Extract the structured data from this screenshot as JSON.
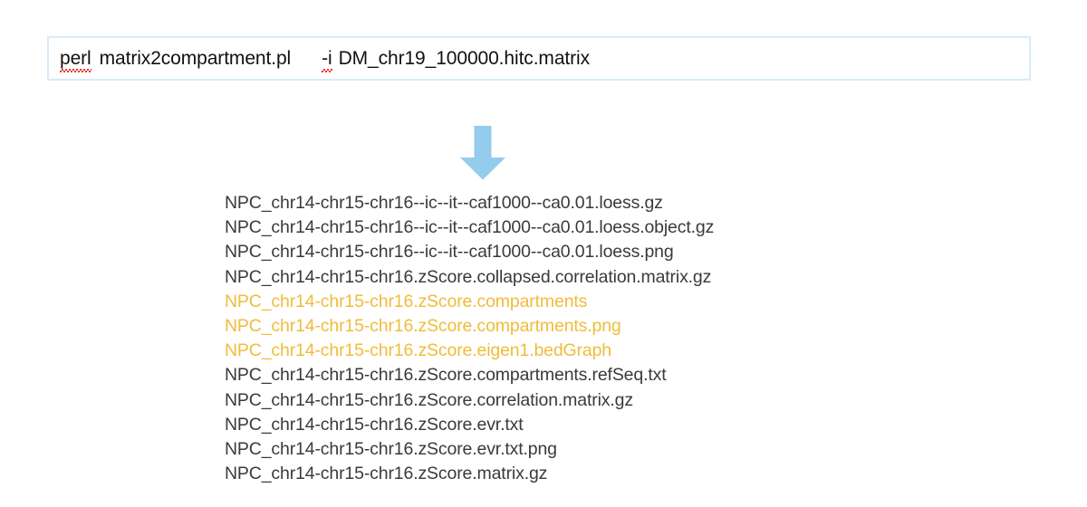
{
  "command_box": {
    "name": "command-line-box",
    "border_color": "#d6ecfa",
    "tokens": {
      "interpreter": "perl",
      "script": "matrix2compartment.pl",
      "flag": "-i",
      "input_file": "DM_chr19_100000.hitc.matrix"
    },
    "full_text": "perl  matrix2compartment.pl    -i DM_chr19_100000.hitc.matrix",
    "spellcheck_underlined": [
      "perl",
      "-i"
    ]
  },
  "arrow": {
    "icon": "arrow-down-icon",
    "color": "#93ccec",
    "direction": "down"
  },
  "output": {
    "prefix": "NPC_chr14-chr15-chr16",
    "highlight_color": "#f0bc3a",
    "text_color": "#3a3a3a",
    "files": [
      {
        "name": "NPC_chr14-chr15-chr16--ic--it--caf1000--ca0.01.loess.gz",
        "highlighted": false
      },
      {
        "name": "NPC_chr14-chr15-chr16--ic--it--caf1000--ca0.01.loess.object.gz",
        "highlighted": false
      },
      {
        "name": "NPC_chr14-chr15-chr16--ic--it--caf1000--ca0.01.loess.png",
        "highlighted": false
      },
      {
        "name": "NPC_chr14-chr15-chr16.zScore.collapsed.correlation.matrix.gz",
        "highlighted": false
      },
      {
        "name": "NPC_chr14-chr15-chr16.zScore.compartments",
        "highlighted": true
      },
      {
        "name": "NPC_chr14-chr15-chr16.zScore.compartments.png",
        "highlighted": true
      },
      {
        "name": "NPC_chr14-chr15-chr16.zScore.eigen1.bedGraph",
        "highlighted": true
      },
      {
        "name": "NPC_chr14-chr15-chr16.zScore.compartments.refSeq.txt",
        "highlighted": false
      },
      {
        "name": "NPC_chr14-chr15-chr16.zScore.correlation.matrix.gz",
        "highlighted": false
      },
      {
        "name": "NPC_chr14-chr15-chr16.zScore.evr.txt",
        "highlighted": false
      },
      {
        "name": "NPC_chr14-chr15-chr16.zScore.evr.txt.png",
        "highlighted": false
      },
      {
        "name": "NPC_chr14-chr15-chr16.zScore.matrix.gz",
        "highlighted": false
      }
    ]
  }
}
